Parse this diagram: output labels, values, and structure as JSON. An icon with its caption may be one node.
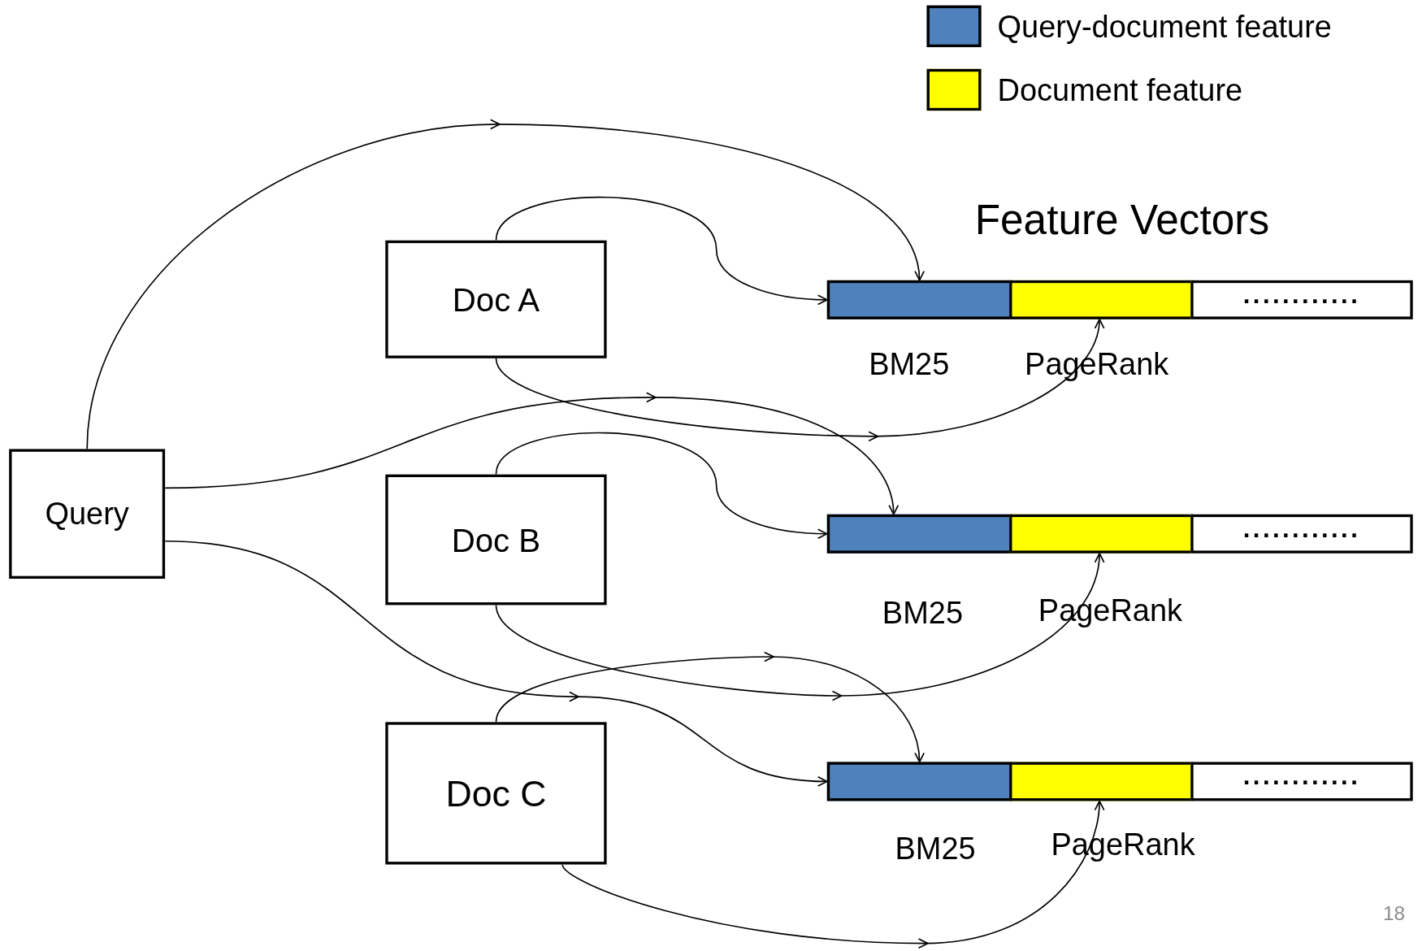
{
  "diagram": {
    "title": "Feature Vectors",
    "nodes": [
      {
        "text": [
          "Query"
        ]
      },
      {
        "text": [
          "Doc A"
        ]
      },
      {
        "text": [
          "Doc B"
        ]
      },
      {
        "text": [
          "Doc C"
        ]
      },
      {
        "text": [],
        "shape": "bar",
        "beside": [
          "BM25"
        ]
      },
      {
        "text": [],
        "shape": "bar",
        "beside": [
          "PageRank"
        ]
      },
      {
        "text": [
          "............"
        ]
      },
      {
        "text": [],
        "shape": "bar",
        "beside": [
          "BM25"
        ]
      },
      {
        "text": [],
        "shape": "bar",
        "beside": [
          "PageRank"
        ]
      },
      {
        "text": [
          "............"
        ]
      },
      {
        "text": [],
        "shape": "bar",
        "beside": [
          "BM25"
        ]
      },
      {
        "text": [],
        "shape": "bar",
        "beside": [
          "PageRank"
        ]
      },
      {
        "text": [
          "............"
        ]
      }
    ],
    "edges": [
      {
        "from": 0,
        "to": 4,
        "arrow": "to"
      },
      {
        "from": 1,
        "to": 4,
        "arrow": "to"
      },
      {
        "from": 0,
        "to": 7,
        "arrow": "to"
      },
      {
        "from": 1,
        "to": 5,
        "arrow": "to"
      },
      {
        "from": 2,
        "to": 7,
        "arrow": "to"
      },
      {
        "from": 2,
        "to": 8,
        "arrow": "to"
      },
      {
        "from": 0,
        "to": 10,
        "arrow": "to"
      },
      {
        "from": 3,
        "to": 10,
        "arrow": "to"
      },
      {
        "from": 3,
        "to": 11,
        "arrow": "to"
      }
    ],
    "labels": [
      "18"
    ],
    "legend": [
      {
        "text": "Query-document feature",
        "color": "#4f81bd"
      },
      {
        "text": "Document feature",
        "color": "#ffff00"
      }
    ]
  }
}
